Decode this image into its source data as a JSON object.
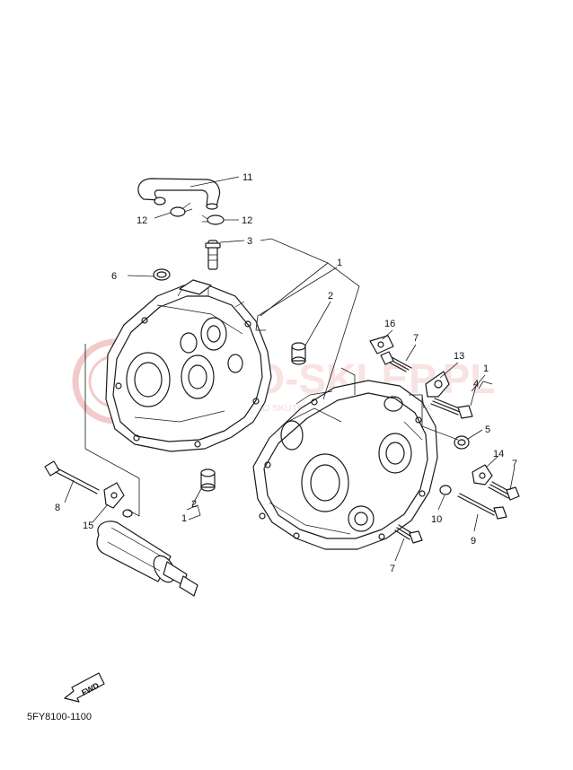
{
  "watermark": {
    "brand": "MOTO-SKLEP.PL",
    "tagline": "CZESCI ZAMIENNE DO SKUTEROW I MOTOCYKLI YAMAHA",
    "color": "#e8a0a0"
  },
  "callouts": [
    "11",
    "12",
    "12",
    "3",
    "1",
    "6",
    "2",
    "16",
    "7",
    "13",
    "1",
    "4",
    "5",
    "14",
    "7",
    "8",
    "15",
    "2",
    "1",
    "10",
    "9",
    "7"
  ],
  "fwd_label": "FWD",
  "doc_code": "5FY8100-1100"
}
